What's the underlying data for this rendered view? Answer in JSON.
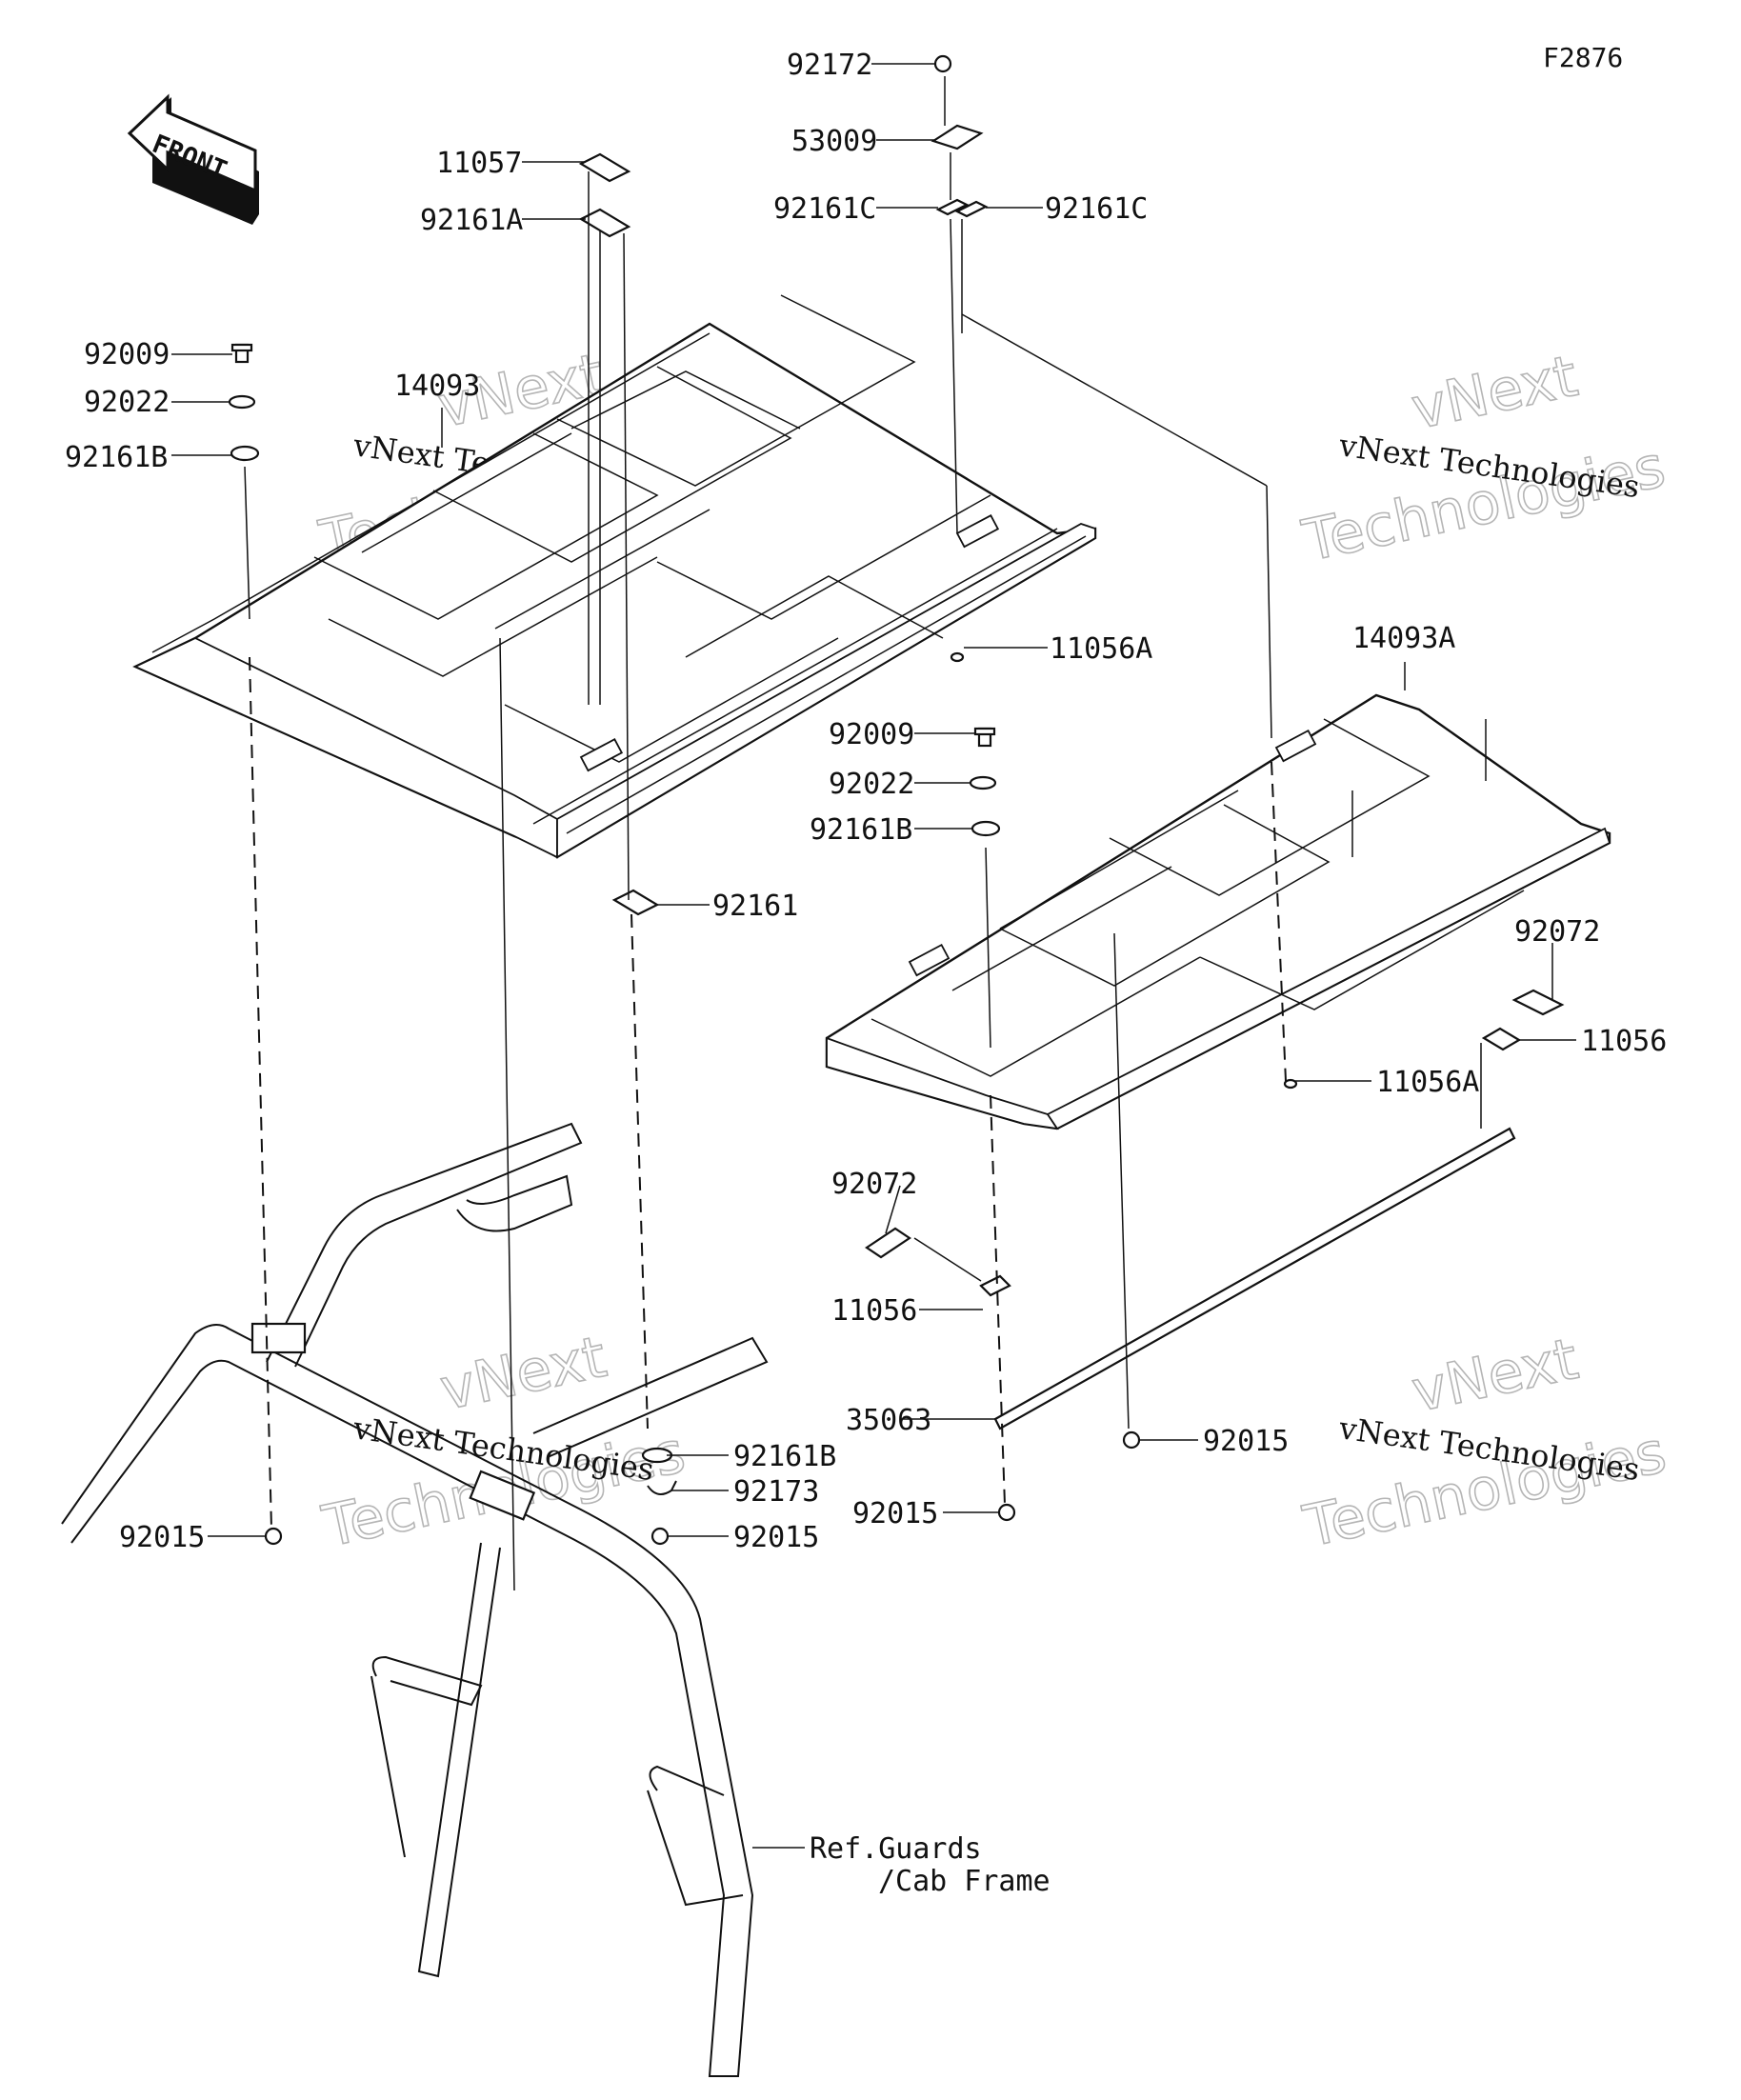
{
  "diagram": {
    "code": "F2876",
    "front_label": "FRONT",
    "reference_note": [
      "Ref.Guards",
      "/Cab Frame"
    ],
    "watermarks": [
      {
        "line1": "vNext",
        "line2": "vNext Technologies",
        "line3": "Technologies"
      },
      {
        "line1": "vNext",
        "line2": "vNext Technologies",
        "line3": "Technologies"
      },
      {
        "line1": "vNext",
        "line2": "vNext Technologies",
        "line3": "Technologies"
      },
      {
        "line1": "vNext",
        "line2": "vNext Technologies",
        "line3": "Technologies"
      }
    ],
    "part_labels": [
      "92172",
      "53009",
      "92161C",
      "92161C",
      "11057",
      "92161A",
      "92009",
      "92022",
      "92161B",
      "14093",
      "11056A",
      "14093A",
      "92009",
      "92022",
      "92161B",
      "92161",
      "92072",
      "11056",
      "11056A",
      "92072",
      "11056",
      "35063",
      "92015",
      "92015",
      "92161B",
      "92173",
      "92015",
      "92015"
    ]
  }
}
